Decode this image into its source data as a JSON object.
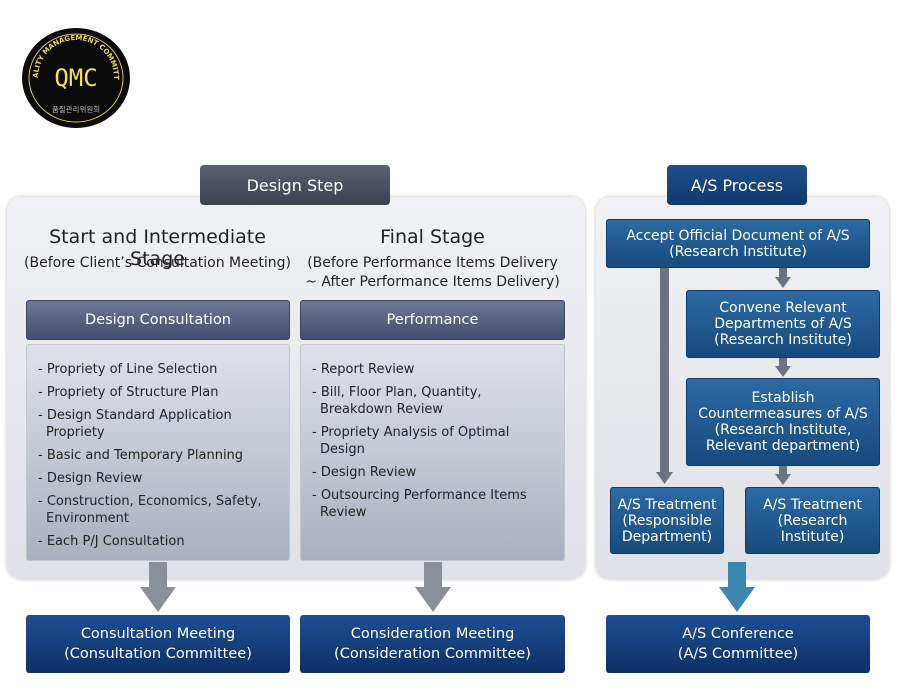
{
  "logo": {
    "text": "QMC",
    "ring_text": "QUALITY MANAGEMENT COMMITTEE",
    "korean_text": "품질관리위원회"
  },
  "design_step": {
    "tab_label": "Design Step",
    "start_stage": {
      "title": "Start and Intermediate Stage",
      "subtitle": "(Before Client’s Consultation Meeting)",
      "bar_label": "Design Consultation",
      "items": [
        "- Propriety of Line Selection",
        "- Propriety of Structure Plan",
        "- Design Standard Application Propriety",
        "- Basic and Temporary Planning",
        "- Design Review",
        "- Construction, Economics, Safety, Environment",
        "- Each P/J Consultation"
      ]
    },
    "final_stage": {
      "title": "Final Stage",
      "subtitle_line1": "(Before Performance Items Delivery",
      "subtitle_line2": "~ After Performance Items Delivery)",
      "bar_label": "Performance",
      "items": [
        "- Report Review",
        "- Bill, Floor Plan, Quantity, Breakdown Review",
        "- Propriety Analysis of Optimal Design",
        "- Design Review",
        "- Outsourcing Performance Items Review"
      ]
    }
  },
  "as_process": {
    "tab_label": "A/S Process",
    "accept": "Accept Official Document of A/S (Research Institute)",
    "convene": "Convene Relevant Departments of A/S (Research Institute)",
    "establish": "Establish Countermeasures of A/S (Research Institute, Relevant department)",
    "treatment_responsible": "A/S Treatment (Responsible Department)",
    "treatment_research": "A/S Treatment (Research Institute)"
  },
  "bottom": {
    "consultation_line1": "Consultation Meeting",
    "consultation_line2": "(Consultation Committee)",
    "consideration_line1": "Consideration Meeting",
    "consideration_line2": "(Consideration Committee)",
    "as_line1": "A/S Conference",
    "as_line2": "(A/S Committee)"
  },
  "colors": {
    "design_tab": "#474c5c",
    "as_blue": "#1f5890",
    "bottom_navy": "#15418a",
    "grey_arrow": "#8a8f99",
    "teal_arrow": "#3a87b0"
  }
}
